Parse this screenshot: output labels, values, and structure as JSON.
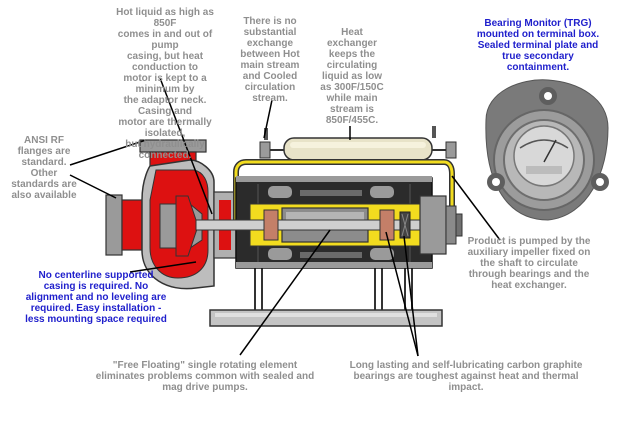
{
  "annotations": {
    "hot_liquid": "Hot liquid as high as 850F\ncomes in and out of pump\ncasing, but heat conduction to\nmotor is kept to a minimum by\nthe adaptor neck.  Casing and\nmotor are thermally isolated,\nbut hydraulically connected.",
    "no_exchange": "There is no\nsubstantial\nexchange\nbetween Hot\nmain stream\nand Cooled\ncirculation\nstream.",
    "heat_exchanger": "Heat\nexchanger\nkeeps the\ncirculating\nliquid as low\nas 300F/150C\nwhile main\nstream is\n850F/455C.",
    "bearing_monitor": "Bearing Monitor (TRG)\nmounted on terminal box.\nSealed terminal plate and\ntrue secondary\ncontainment.",
    "ansi_flanges": "ANSI RF\nflanges are\nstandard.\nOther\nstandards are\nalso available",
    "product_pumped": "Product is pumped by the\nauxiliary impeller fixed on\nthe shaft to circulate\nthrough bearings and the\nheat exchanger.",
    "no_centerline": "No centerline supported\ncasing is required.  No\nalignment and no leveling are\nrequired.  Easy installation -\nless mounting space required",
    "free_floating": "\"Free Floating\" single rotating element\neliminates problems common with sealed and\nmag drive pumps.",
    "carbon_bearings": "Long lasting and self-lubricating carbon graphite\nbearings are toughest against heat and thermal\nimpact."
  },
  "colors": {
    "annotation_grey": "#8f8f8f",
    "annotation_blue": "#1f1fcc",
    "casing_red": "#dd1111",
    "coolant_yellow": "#f2dc1f",
    "motor_dark": "#2b2b2b",
    "metal_grey": "#9a9a9a",
    "heat_exchanger_tan": "#e8e3c8"
  }
}
